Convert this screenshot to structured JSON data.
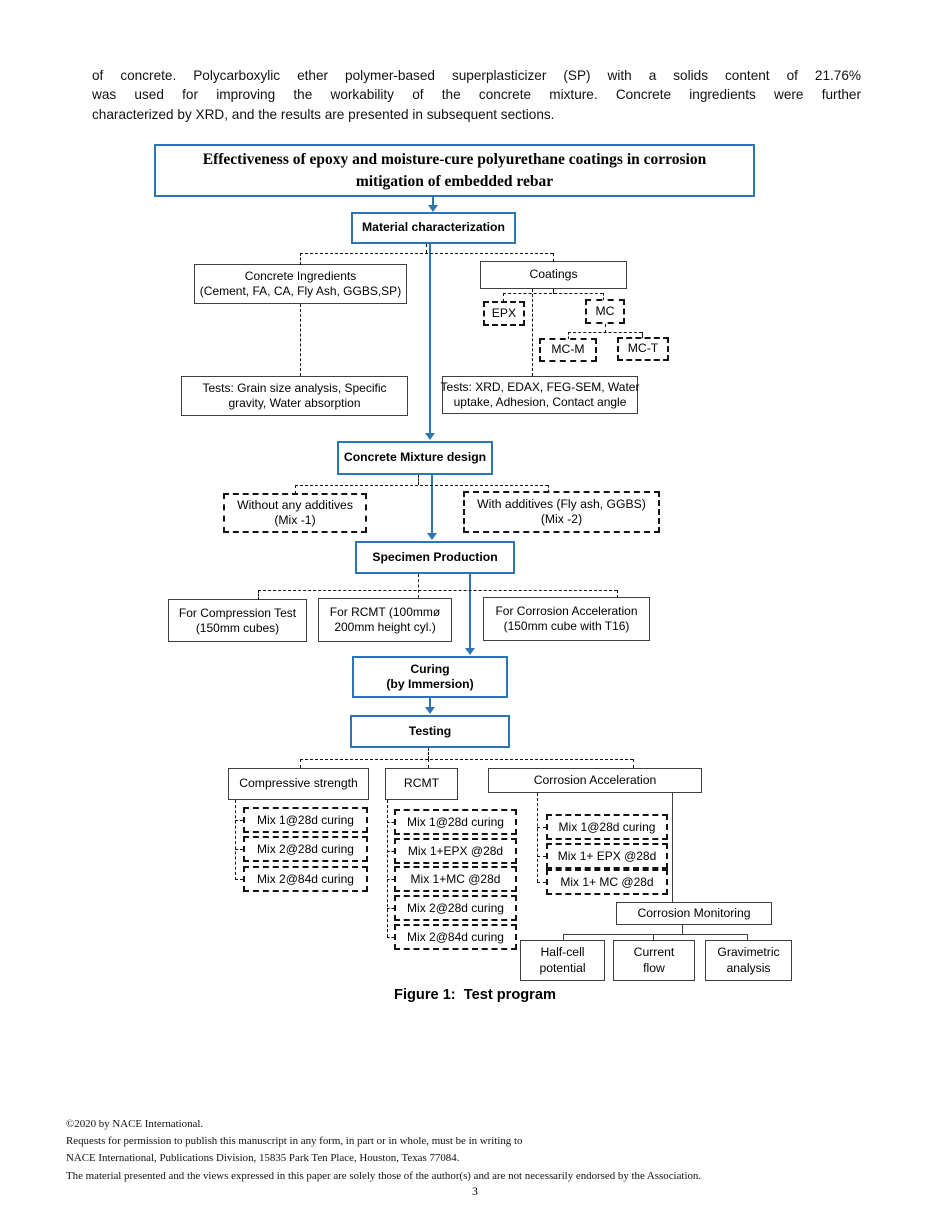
{
  "page": {
    "paragraph_lines": [
      "of concrete. Polycarboxylic ether polymer-based superplasticizer (SP) with a solids content of 21.76%",
      "was used for improving the workability of the concrete mixture. Concrete ingredients were further",
      "characterized by XRD, and the results are presented in subsequent sections."
    ],
    "figure_caption": "Figure 1:  Test program",
    "footer_lines": [
      "©2020 by NACE International.",
      "Requests for permission to publish this manuscript in any form, in part or in whole, must be in writing to",
      "NACE International, Publications Division, 15835 Park Ten Place, Houston, Texas 77084.",
      "The material presented and the views expressed in this paper are solely those of the author(s) and are not necessarily endorsed by the Association."
    ],
    "page_number": "3"
  },
  "colors": {
    "accent_blue": "#2e75b6",
    "box_border": "#3f3f3f",
    "dashed_border": "#141414"
  },
  "flowchart": {
    "title": {
      "line1": "Effectiveness of epoxy and moisture-cure polyurethane coatings in corrosion",
      "line2": "mitigation of embedded rebar"
    },
    "material_characterization": "Material characterization",
    "concrete_ingredients": {
      "line1": "Concrete Ingredients",
      "line2": "(Cement, FA, CA, Fly Ash, GGBS,SP)"
    },
    "coatings": "Coatings",
    "epx": "EPX",
    "mc": "MC",
    "mc_m": "MC-M",
    "mc_t": "MC-T",
    "tests_left": {
      "line1": "Tests: Grain size analysis, Specific",
      "line2": "gravity, Water absorption"
    },
    "tests_right": {
      "line1": "Tests: XRD, EDAX, FEG-SEM, Water",
      "line2": "uptake, Adhesion, Contact angle"
    },
    "mixture_design": "Concrete Mixture design",
    "mix1": {
      "line1": "Without any additives",
      "line2": "(Mix -1)"
    },
    "mix2": {
      "line1": "With additives (Fly ash, GGBS)",
      "line2": "(Mix -2)"
    },
    "specimen_production": "Specimen Production",
    "for_compression": {
      "line1": "For Compression Test",
      "line2": "(150mm cubes)"
    },
    "for_rcmt": {
      "line1": "For RCMT (100mmø",
      "line2": "200mm height cyl.)"
    },
    "for_corrosion": {
      "line1": "For Corrosion Acceleration",
      "line2": "(150mm cube with T16)"
    },
    "curing": {
      "line1": "Curing",
      "line2": "(by Immersion)"
    },
    "testing": "Testing",
    "compressive_strength": "Compressive strength",
    "rcmt": "RCMT",
    "corrosion_acceleration": "Corrosion Acceleration",
    "cs_list": [
      "Mix 1@28d curing",
      "Mix 2@28d curing",
      "Mix 2@84d curing"
    ],
    "rcmt_list": [
      "Mix 1@28d curing",
      "Mix 1+EPX @28d",
      "Mix 1+MC @28d",
      "Mix 2@28d curing",
      "Mix 2@84d curing"
    ],
    "ca_list": [
      "Mix 1@28d curing",
      "Mix 1+ EPX @28d",
      "Mix 1+ MC @28d"
    ],
    "corrosion_monitoring": "Corrosion Monitoring",
    "half_cell": {
      "line1": "Half-cell",
      "line2": "potential"
    },
    "current_flow": {
      "line1": "Current",
      "line2": "flow"
    },
    "gravimetric": {
      "line1": "Gravimetric",
      "line2": "analysis"
    }
  }
}
